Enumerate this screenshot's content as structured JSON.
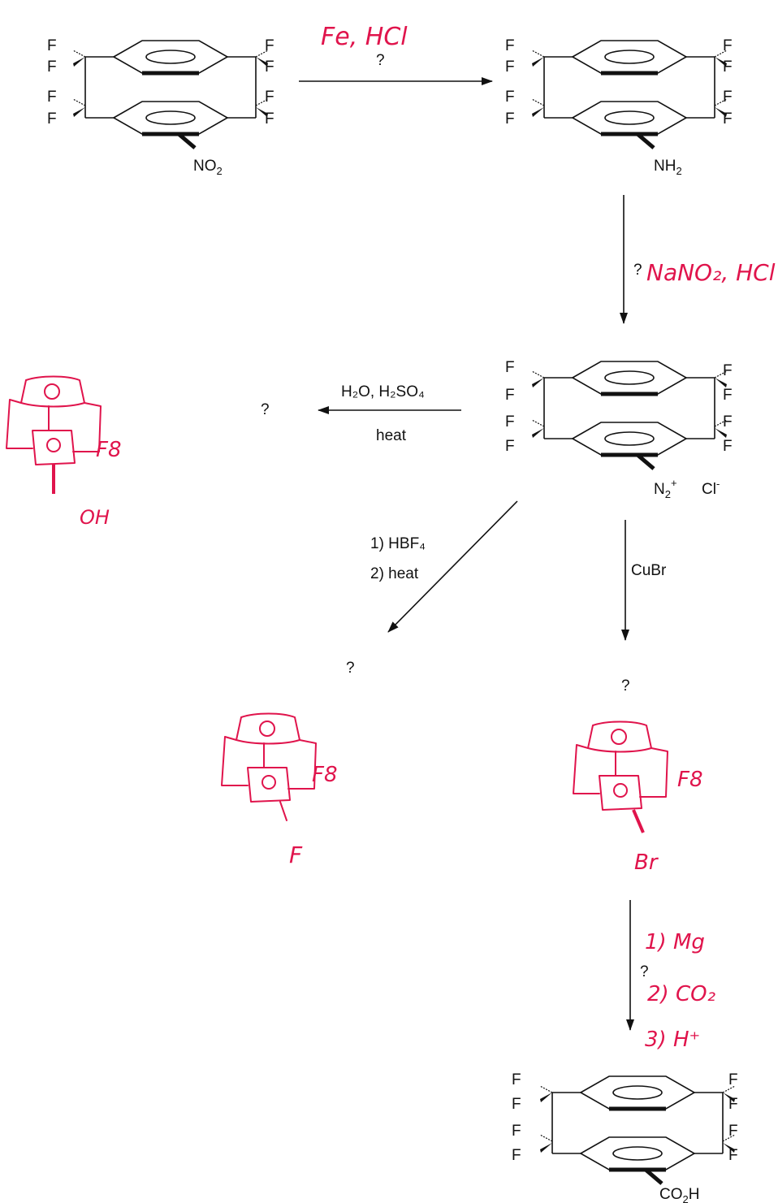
{
  "step1": {
    "question": "?",
    "handwritten": "Fe, HCl"
  },
  "step2": {
    "question": "?",
    "handwritten": "NaNO₂, HCl"
  },
  "step3": {
    "reagent_top": "H₂O, H₂SO₄",
    "reagent_bottom": "heat",
    "product_question": "?",
    "handwritten_sub": "F8",
    "handwritten_group": "OH"
  },
  "step4": {
    "reagent_1": "1) HBF₄",
    "reagent_2": "2) heat",
    "product_question": "?",
    "handwritten_sub": "F8",
    "handwritten_group": "F"
  },
  "step5": {
    "reagent": "CuBr",
    "product_question": "?",
    "handwritten_sub": "F8",
    "handwritten_group": "Br"
  },
  "step6": {
    "question": "?",
    "handwritten_1": "1) Mg",
    "handwritten_2": "2) CO₂",
    "handwritten_3": "3) H⁺"
  },
  "atoms": {
    "fluorine": "F",
    "chlorine": "Cl"
  },
  "groups": {
    "nitro": "NO",
    "nitro_sub": "2",
    "amine": "NH",
    "amine_sub": "2",
    "diazonium": "N",
    "diazonium_sub": "2",
    "diazonium_sup": "+",
    "chloride": "Cl",
    "chloride_sup": "-",
    "carboxyl_a": "CO",
    "carboxyl_sub": "2",
    "carboxyl_b": "H"
  }
}
